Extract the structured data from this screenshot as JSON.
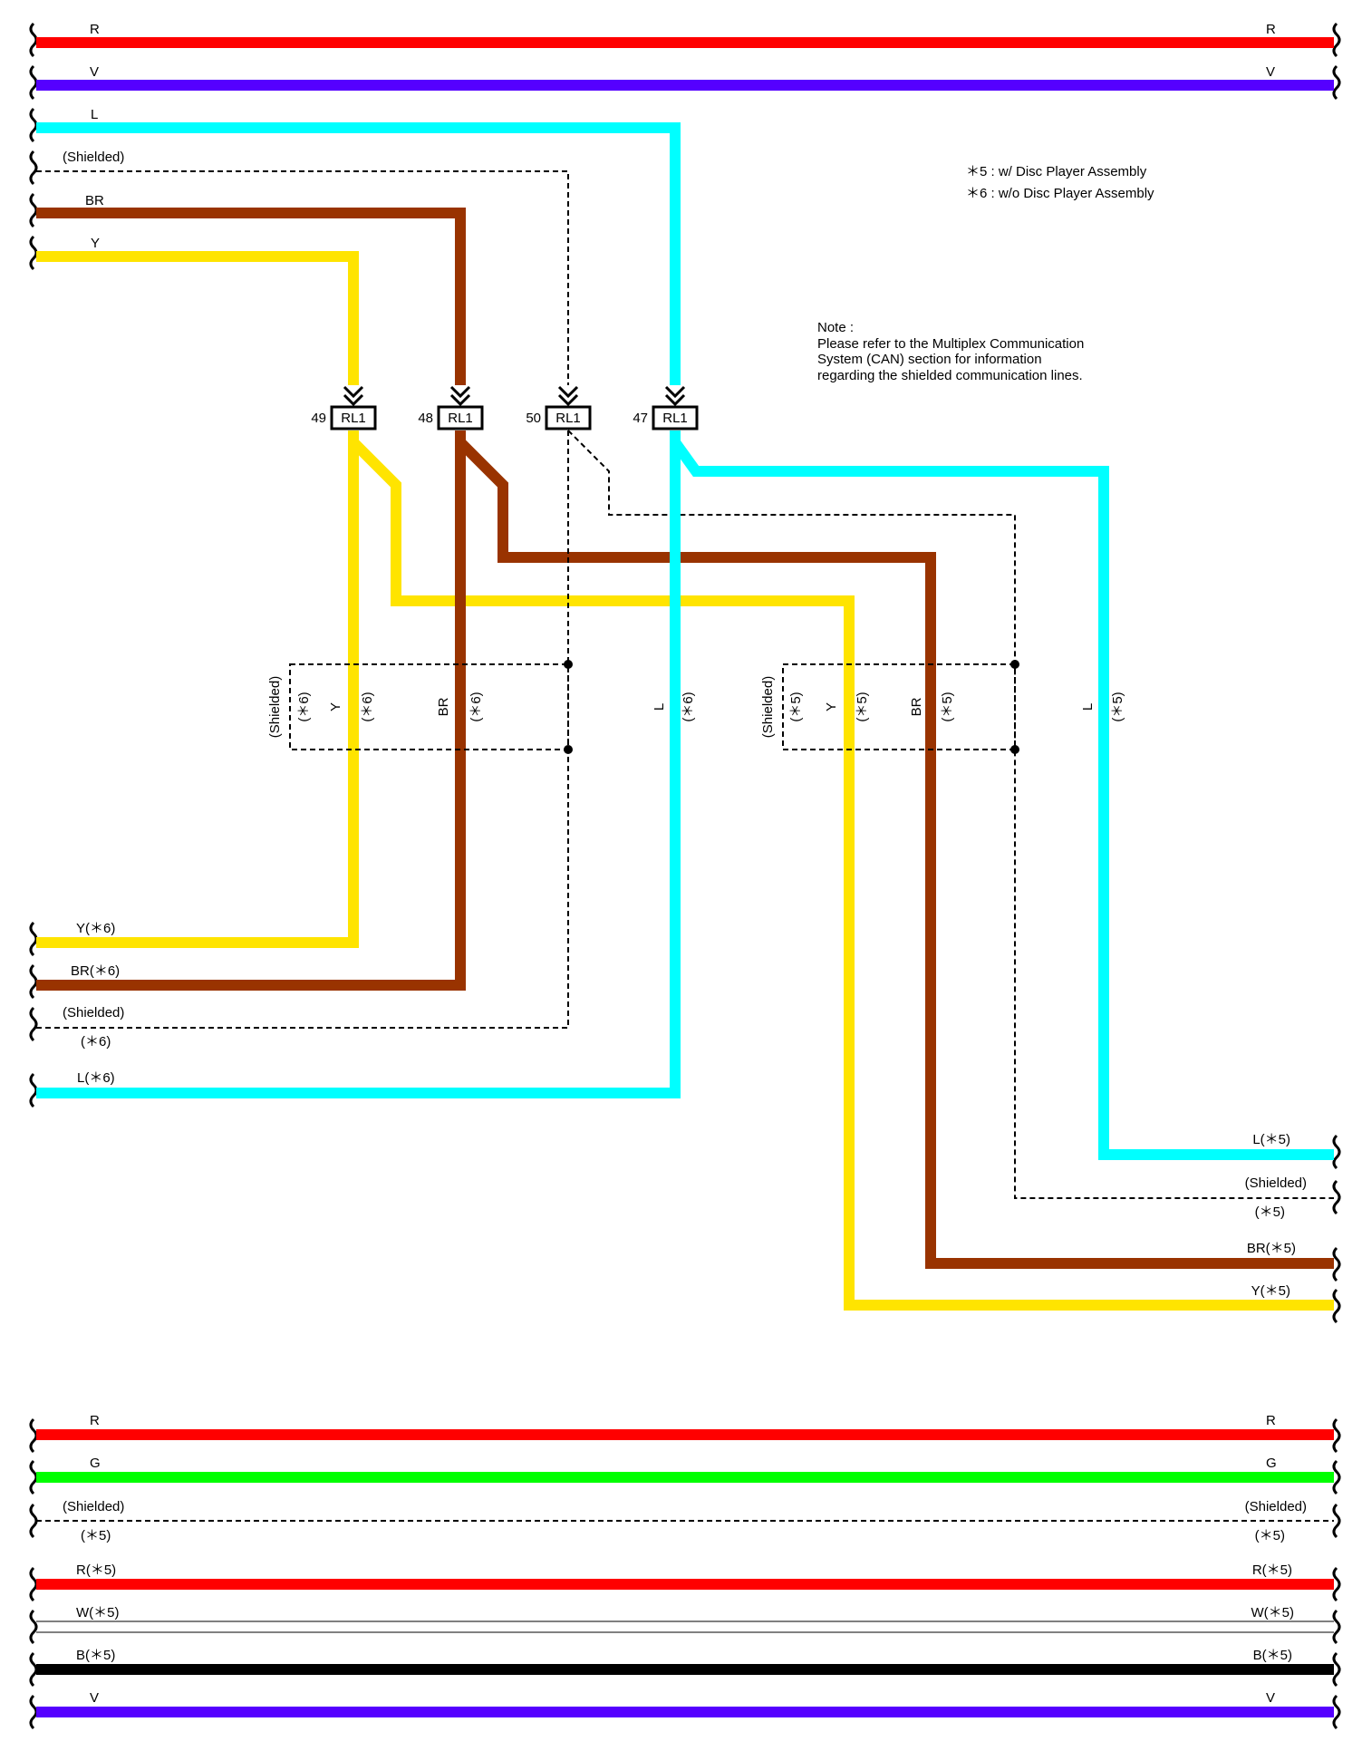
{
  "legend": {
    "line1": "＊5 : w/ Disc Player Assembly",
    "line2": "＊6 : w/o Disc Player Assembly"
  },
  "note": {
    "title": "Note :",
    "line1": "Please refer to the Multiplex Communication",
    "line2": "System (CAN) section for information",
    "line3": "regarding the shielded communication lines."
  },
  "colors": {
    "R": "#ff0000",
    "V": "#5500ff",
    "L": "#00ffff",
    "BR": "#993300",
    "Y": "#ffe400",
    "G": "#00ff00",
    "B": "#000000",
    "W": "#ffffff"
  },
  "top_wires": {
    "r_left": "R",
    "r_right": "R",
    "v_left": "V",
    "v_right": "V",
    "l_left": "L",
    "shield_left": "(Shielded)",
    "br_left": "BR",
    "y_left": "Y"
  },
  "connectors": [
    {
      "pin": "49",
      "name": "RL1"
    },
    {
      "pin": "48",
      "name": "RL1"
    },
    {
      "pin": "50",
      "name": "RL1"
    },
    {
      "pin": "47",
      "name": "RL1"
    }
  ],
  "shield_box_6": {
    "shield": "(Shielded)",
    "v1": "(＊6)",
    "y": "Y",
    "v2": "(＊6)",
    "br": "BR",
    "v3": "(＊6)",
    "l": "L",
    "v4": "(＊6)"
  },
  "shield_box_5": {
    "shield": "(Shielded)",
    "v1": "(＊5)",
    "y": "Y",
    "v2": "(＊5)",
    "br": "BR",
    "v3": "(＊5)",
    "l": "L",
    "v4": "(＊5)"
  },
  "left_outputs": {
    "y": "Y(＊6)",
    "br": "BR(＊6)",
    "shield": "(Shielded)",
    "shield_var": "(＊6)",
    "l": "L(＊6)"
  },
  "right_outputs": {
    "l": "L(＊5)",
    "shield": "(Shielded)",
    "shield_var": "(＊5)",
    "br": "BR(＊5)",
    "y": "Y(＊5)"
  },
  "bottom_wires": {
    "r1_left": "R",
    "r1_right": "R",
    "g_left": "G",
    "g_right": "G",
    "sh_left": "(Shielded)",
    "sh_right": "(Shielded)",
    "sh_var_left": "(＊5)",
    "sh_var_right": "(＊5)",
    "r5_left": "R(＊5)",
    "r5_right": "R(＊5)",
    "w5_left": "W(＊5)",
    "w5_right": "W(＊5)",
    "b5_left": "B(＊5)",
    "b5_right": "B(＊5)",
    "v_left": "V",
    "v_right": "V"
  }
}
